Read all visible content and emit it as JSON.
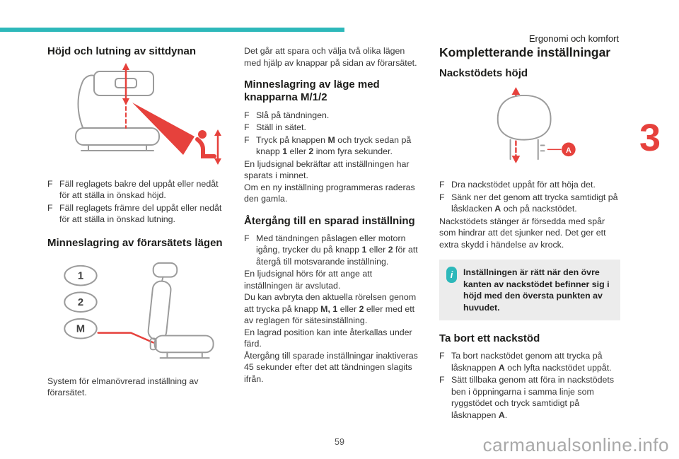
{
  "header": {
    "section": "Ergonomi och komfort",
    "chapter": "3"
  },
  "footer": {
    "page_number": "59",
    "watermark": "carmanualsonline.info"
  },
  "glyphs": {
    "bullet": "F",
    "info": "i"
  },
  "colors": {
    "teal": "#2db8ba",
    "red": "#e6413c",
    "ink": "#1d1d1b",
    "body": "#353535",
    "art": "#9b9b9b",
    "boxbg": "#ececec",
    "watermark": "#a9a9a9",
    "pagenum": "#4f4f4f"
  },
  "col1": {
    "heading1": "Höjd och lutning av sittdynan",
    "steps1": [
      {
        "segs": [
          {
            "t": "Fäll reglagets bakre del uppåt eller nedåt för att ställa in önskad höjd."
          }
        ]
      },
      {
        "segs": [
          {
            "t": "Fäll reglagets främre del uppåt eller nedåt för att ställa in önskad lutning."
          }
        ]
      }
    ],
    "heading2": "Minneslagring av förarsätets lägen",
    "memory_buttons": [
      "1",
      "2",
      "M"
    ],
    "caption": "System för elmanövrerad inställning av förarsätet."
  },
  "col2": {
    "intro": "Det går att spara och välja två olika lägen med hjälp av knappar på sidan av förarsätet.",
    "heading1": "Minneslagring av läge med knapparna M/1/2",
    "steps1": [
      {
        "segs": [
          {
            "t": "Slå på tändningen."
          }
        ]
      },
      {
        "segs": [
          {
            "t": "Ställ in sätet."
          }
        ]
      },
      {
        "segs": [
          {
            "t": "Tryck på knappen "
          },
          {
            "t": "M",
            "b": true
          },
          {
            "t": " och tryck sedan på knapp "
          },
          {
            "t": "1",
            "b": true
          },
          {
            "t": " eller "
          },
          {
            "t": "2",
            "b": true
          },
          {
            "t": " inom fyra sekunder."
          }
        ]
      }
    ],
    "para1": "En ljudsignal bekräftar att inställningen har sparats i minnet.",
    "para2": "Om en ny inställning programmeras raderas den gamla.",
    "heading2": "Återgång till en sparad inställning",
    "steps2": [
      {
        "segs": [
          {
            "t": "Med tändningen påslagen eller motorn igång, trycker du på knapp "
          },
          {
            "t": "1",
            "b": true
          },
          {
            "t": " eller "
          },
          {
            "t": "2",
            "b": true
          },
          {
            "t": " för att återgå till motsvarande inställning."
          }
        ]
      }
    ],
    "para3": "En ljudsignal hörs för att ange att inställningen är avslutad.",
    "para4": [
      {
        "t": "Du kan avbryta den aktuella rörelsen genom att trycka på knapp "
      },
      {
        "t": "M, 1",
        "b": true
      },
      {
        "t": " eller "
      },
      {
        "t": "2",
        "b": true
      },
      {
        "t": " eller med ett av reglagen för sätesinställning."
      }
    ],
    "para5": "En lagrad position kan inte återkallas under färd.",
    "para6": "Återgång till sparade inställningar inaktiveras 45 sekunder efter det att tändningen slagits ifrån."
  },
  "col3": {
    "heading_main": "Kompletterande inställningar",
    "heading_sub1": "Nackstödets höjd",
    "label_a": "A",
    "steps1": [
      {
        "segs": [
          {
            "t": "Dra nackstödet uppåt för att höja det."
          }
        ]
      },
      {
        "segs": [
          {
            "t": "Sänk ner det genom att trycka samtidigt på låsklacken "
          },
          {
            "t": "A",
            "b": true
          },
          {
            "t": " och på nackstödet."
          }
        ]
      }
    ],
    "para1": "Nackstödets stänger är försedda med spår som hindrar att det sjunker ned. Det ger ett extra skydd i händelse av krock.",
    "infobox_text": "Inställningen är rätt när den övre kanten av nackstödet befinner sig i höjd med den översta punkten av huvudet.",
    "heading_sub2": "Ta bort ett nackstöd",
    "steps2": [
      {
        "segs": [
          {
            "t": "Ta bort nackstödet genom att trycka på låsknappen "
          },
          {
            "t": "A",
            "b": true
          },
          {
            "t": " och lyfta nackstödet uppåt."
          }
        ]
      },
      {
        "segs": [
          {
            "t": "Sätt tillbaka genom att föra in nackstödets ben i öppningarna i samma linje som ryggstödet och tryck samtidigt på låsknappen "
          },
          {
            "t": "A",
            "b": true
          },
          {
            "t": "."
          }
        ]
      }
    ]
  }
}
